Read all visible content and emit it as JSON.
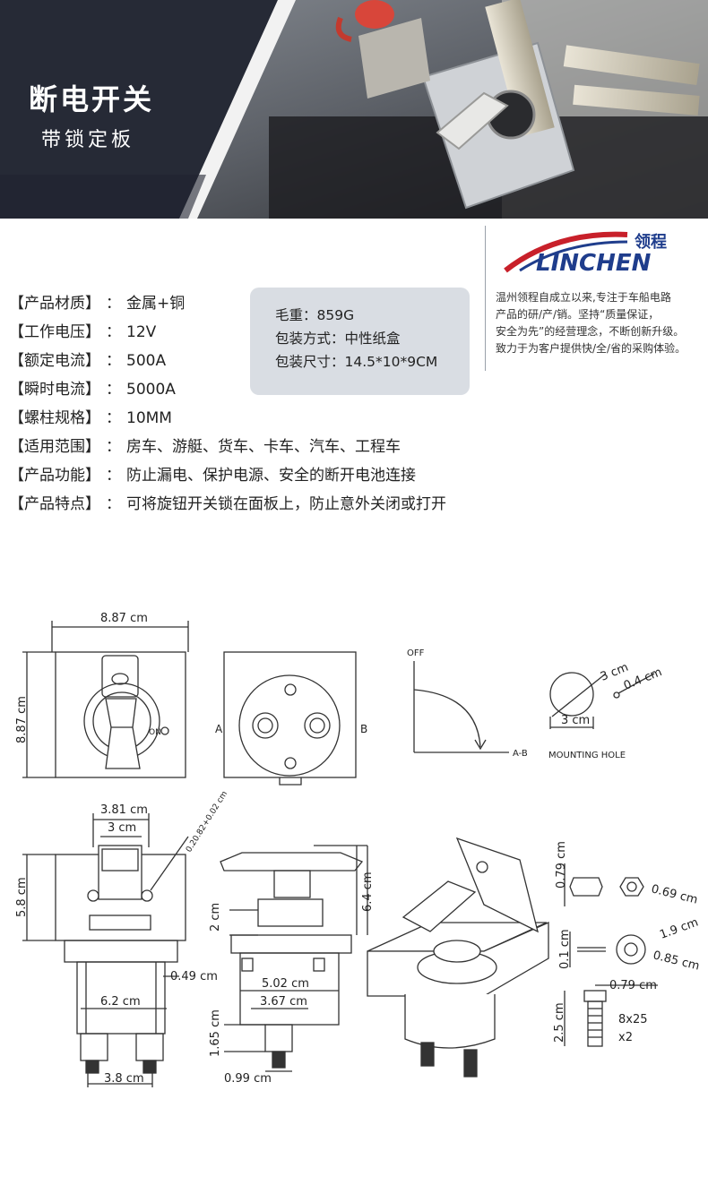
{
  "banner": {
    "title": "断电开关",
    "subtitle": "带锁定板"
  },
  "specs": [
    {
      "key": "【产品材质】",
      "sep": "：",
      "value": "金属+铜"
    },
    {
      "key": "【工作电压】",
      "sep": "：",
      "value": "12V"
    },
    {
      "key": "【额定电流】",
      "sep": "：",
      "value": "500A"
    },
    {
      "key": "【瞬时电流】",
      "sep": "：",
      "value": "5000A"
    },
    {
      "key": "【螺柱规格】",
      "sep": "：",
      "value": "10MM"
    },
    {
      "key": "【适用范围】",
      "sep": "：",
      "value": "房车、游艇、货车、卡车、汽车、工程车"
    },
    {
      "key": "【产品功能】",
      "sep": "：",
      "value": "防止漏电、保护电源、安全的断开电池连接"
    },
    {
      "key": "【产品特点】",
      "sep": "：",
      "value": "可将旋钮开关锁在面板上，防止意外关闭或打开"
    }
  ],
  "packaging": {
    "weight": "毛重：859G",
    "method": "包装方式：中性纸盒",
    "size": "包装尺寸：14.5*10*9CM"
  },
  "brand": {
    "name_cn": "领程",
    "name_en": "LINCHEN",
    "about": [
      "温州领程自成立以来,专注于车船电路",
      "产品的研/产/销。坚持“质量保证，",
      "安全为先”的经营理念，不断创新升级。",
      "致力于为客户提供快/全/省的采购体验。"
    ]
  },
  "drawing": {
    "front_width": "8.87 cm",
    "front_height": "8.87 cm",
    "back_left": "A",
    "back_right": "B",
    "off_label": "OFF",
    "ab_label": "A-B",
    "hole_dia": "3 cm",
    "hole_small": "0.4 cm",
    "hole_width": "3 cm",
    "mounting_hole": "MOUNTING HOLE",
    "top_width": "3.81 cm",
    "inner_width": "3 cm",
    "slot": "0.20.82+0.02 cm",
    "plate_height": "5.8 cm",
    "gap": "0.49 cm",
    "body_width": "6.2 cm",
    "base_width": "3.8 cm",
    "side_height": "6.4 cm",
    "side_two": "2 cm",
    "side_body": "5.02 cm",
    "side_inner": "3.67 cm",
    "side_stud": "1.65 cm",
    "side_base": "0.99 cm",
    "nut_height": "0.79 cm",
    "nut_dia": "0.69 cm",
    "washer_outer": "1.9 cm",
    "washer_thick": "0.1 cm",
    "washer_inner": "0.85 cm",
    "bolt_head": "0.79 cm",
    "bolt_len": "2.5 cm",
    "bolt_spec": "8x25",
    "bolt_qty": "x2",
    "on_label": "ON"
  }
}
